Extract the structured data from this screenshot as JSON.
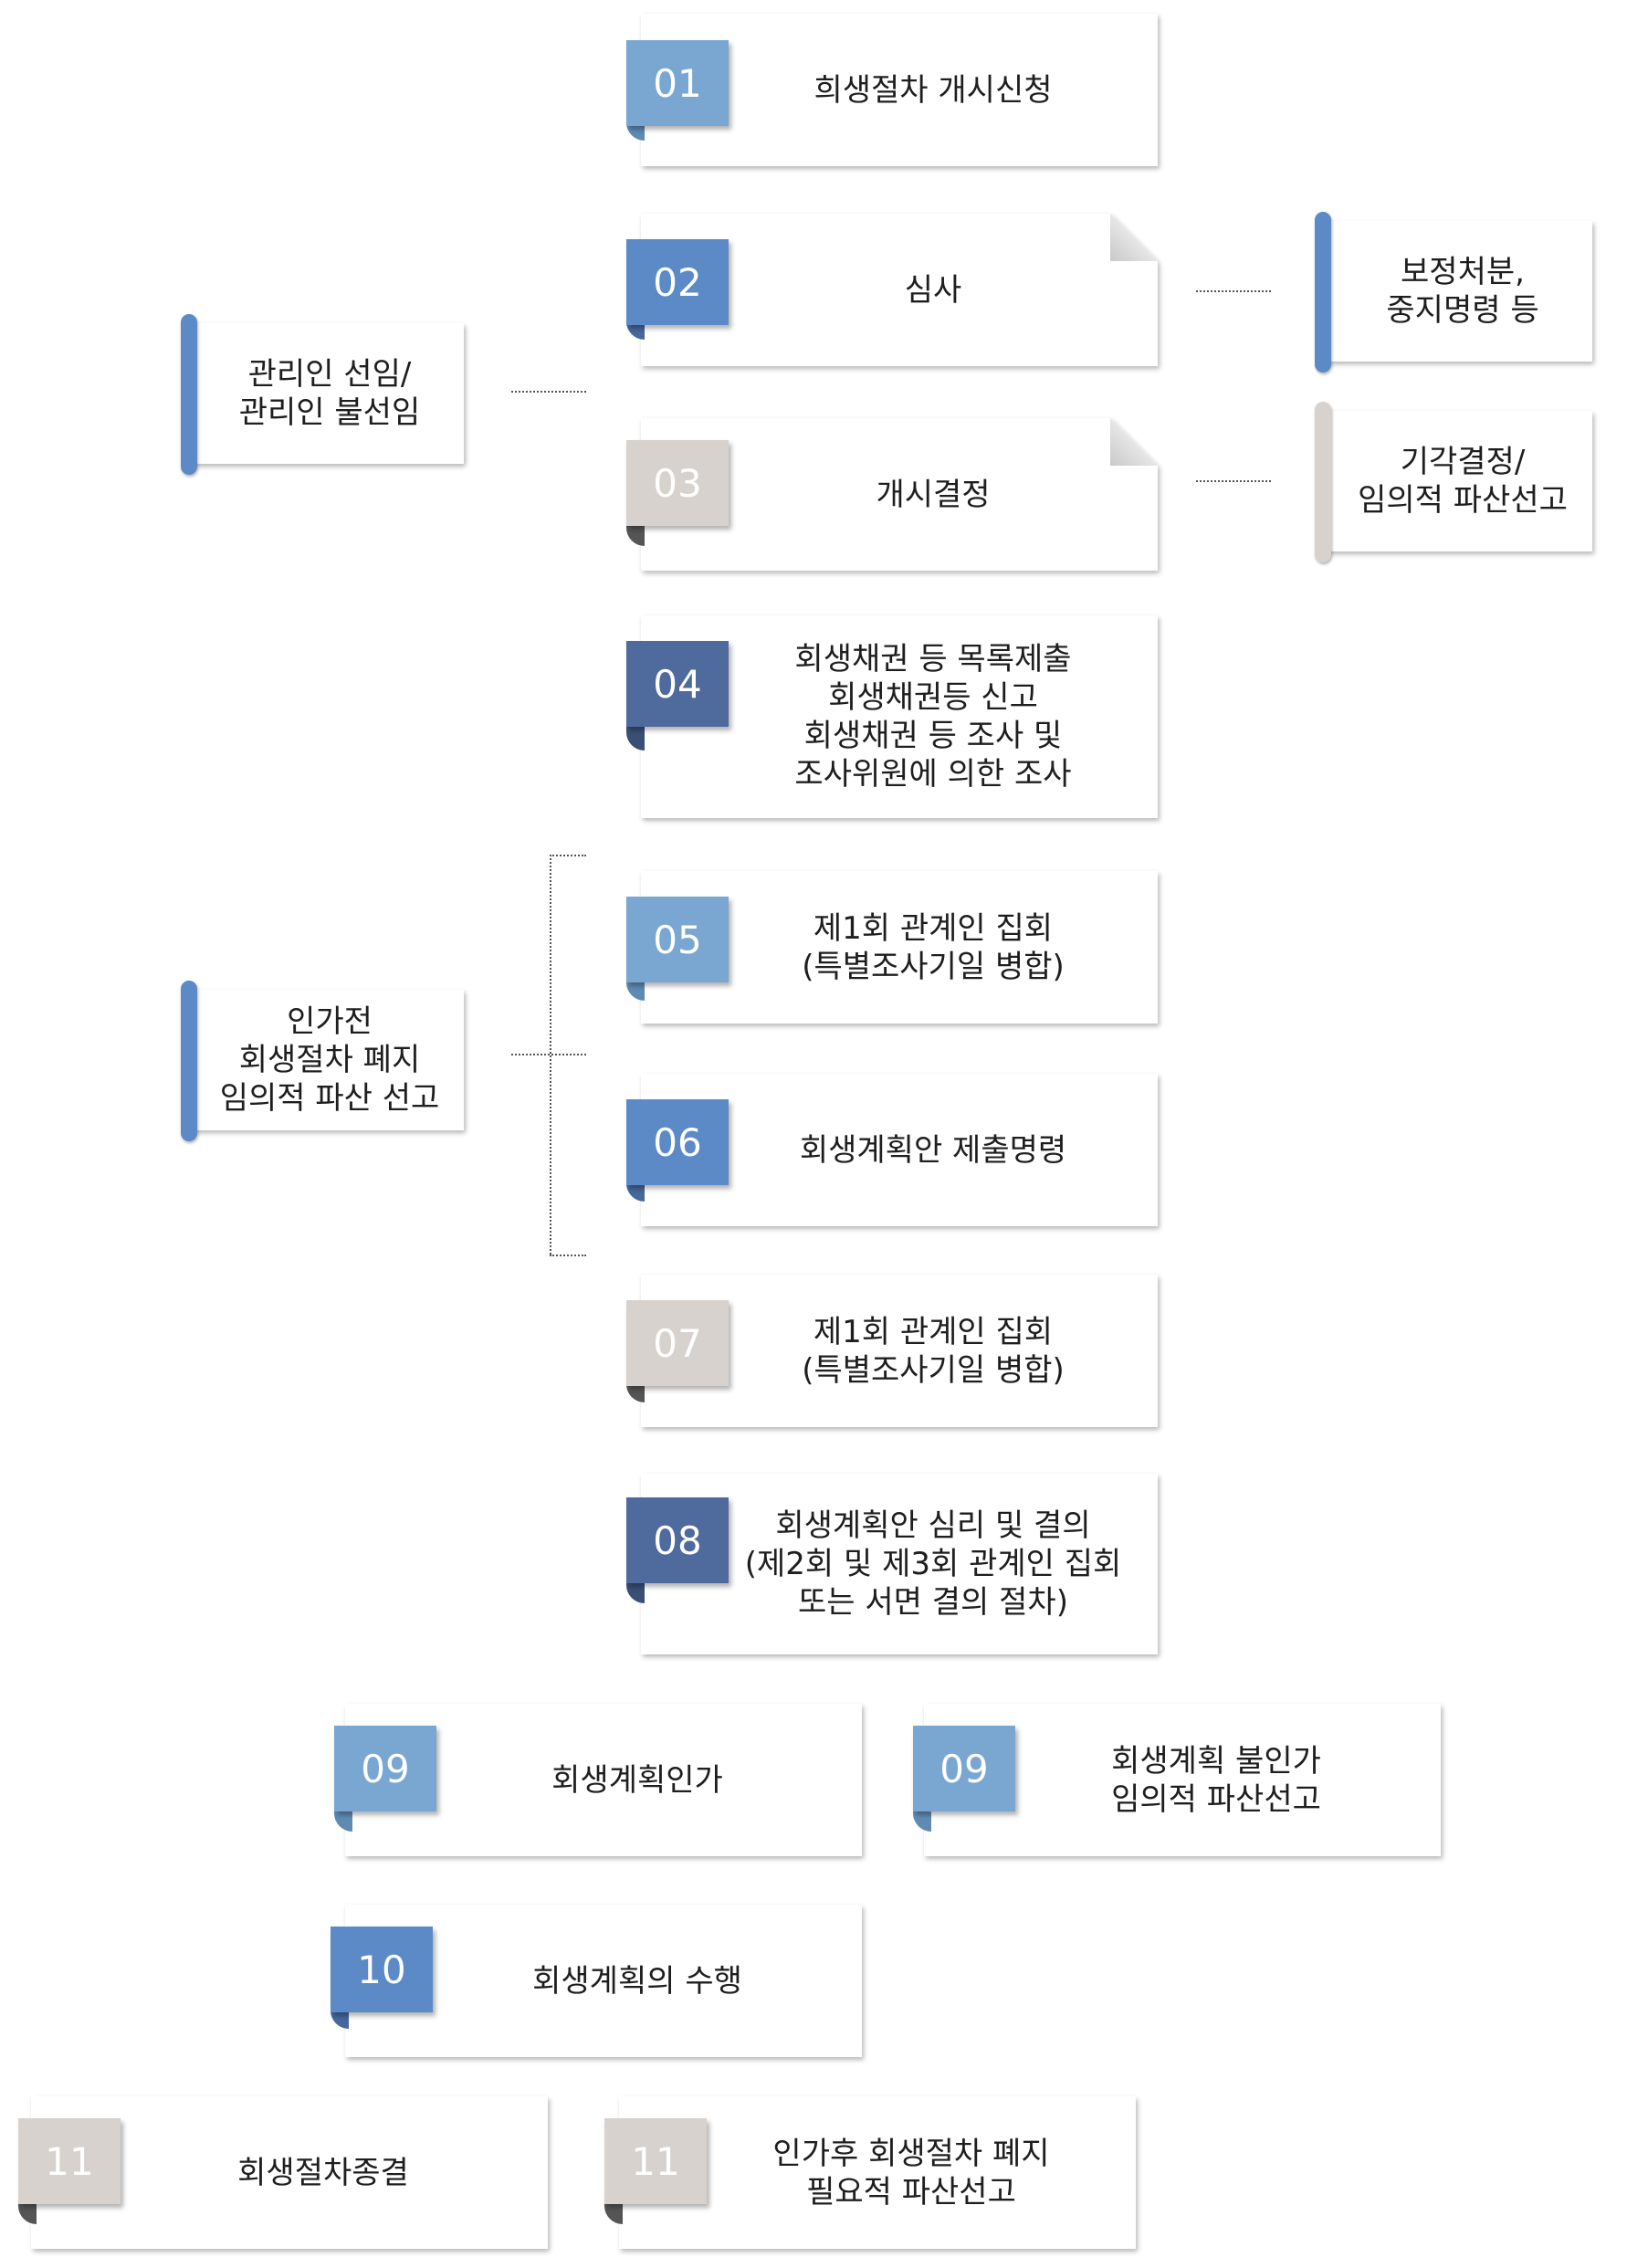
{
  "colors": {
    "light_blue": "#79a7d1",
    "mid_blue": "#5c8ac6",
    "dark_blue": "#4f6a9c",
    "gray": "#d7d2ce"
  },
  "steps": {
    "s01": {
      "num": "01",
      "text": "희생절차 개시신청"
    },
    "s02": {
      "num": "02",
      "text": "심사"
    },
    "s03": {
      "num": "03",
      "text": "개시결정"
    },
    "s04": {
      "num": "04",
      "text": "회생채권 등 목록제출\n회생채권등 신고\n회생채권 등 조사 및\n조사위원에 의한 조사"
    },
    "s05": {
      "num": "05",
      "text": "제1회 관계인 집회\n(특별조사기일 병합)"
    },
    "s06": {
      "num": "06",
      "text": "회생계획안 제출명령"
    },
    "s07": {
      "num": "07",
      "text": "제1회 관계인 집회\n(특별조사기일 병합)"
    },
    "s08": {
      "num": "08",
      "text": "회생계획안 심리 및 결의\n(제2회 및 제3회 관계인 집회\n또는 서면 결의 절차)"
    },
    "s09a": {
      "num": "09",
      "text": "회생계획인가"
    },
    "s09b": {
      "num": "09",
      "text": "회생계획 불인가\n임의적 파산선고"
    },
    "s10": {
      "num": "10",
      "text": "회생계획의 수행"
    },
    "s11a": {
      "num": "11",
      "text": "회생절차종결"
    },
    "s11b": {
      "num": "11",
      "text": "인가후 회생절차 폐지\n필요적 파산선고"
    }
  },
  "side": {
    "manager": "관리인 선임/\n관리인 불선임",
    "correction": "보정처분,\n중지명령 등",
    "dismissal": "기각결정/\n임의적 파산선고",
    "pre_approval": "인가전\n회생절차 폐지\n임의적 파산 선고"
  }
}
